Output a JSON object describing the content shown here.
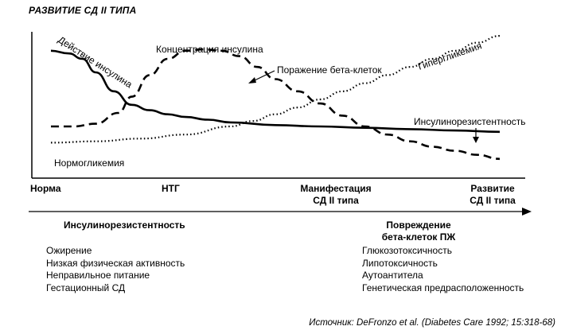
{
  "title": "РАЗВИТИЕ СД II ТИПА",
  "chart_data": {
    "type": "line",
    "title": "РАЗВИТИЕ СД II ТИПА",
    "x_range": [
      0,
      100
    ],
    "y_range": [
      0,
      100
    ],
    "grid": false,
    "y_ticks": false,
    "series": [
      {
        "name": "Действие инсулина",
        "style": "solid",
        "x": [
          0,
          4,
          7,
          10,
          14,
          18,
          22,
          26,
          30,
          35,
          40,
          50,
          60,
          70,
          80,
          90,
          100
        ],
        "y": [
          86,
          84,
          80,
          70,
          56,
          46,
          42,
          39,
          37,
          35,
          33,
          31,
          30,
          29,
          28,
          27,
          26
        ]
      },
      {
        "name": "Концентрация инсулина",
        "style": "dashed",
        "x": [
          0,
          5,
          10,
          15,
          18,
          22,
          26,
          30,
          34,
          38,
          42,
          46,
          50,
          55,
          60,
          65,
          70,
          75,
          80,
          85,
          90,
          95,
          100
        ],
        "y": [
          30,
          30,
          32,
          40,
          52,
          68,
          80,
          86,
          87,
          86,
          82,
          74,
          65,
          56,
          47,
          38,
          30,
          24,
          19,
          15,
          12,
          9,
          6
        ]
      },
      {
        "name": "Гипергликемия",
        "style": "dotted",
        "x": [
          0,
          10,
          20,
          30,
          40,
          45,
          50,
          55,
          60,
          65,
          70,
          75,
          80,
          85,
          90,
          95,
          100
        ],
        "y": [
          18,
          19,
          21,
          24,
          30,
          34,
          39,
          44,
          50,
          56,
          62,
          68,
          74,
          80,
          86,
          92,
          97
        ]
      }
    ],
    "annotations": [
      "Действие инсулина",
      "Концентрация инсулина",
      "Поражение бета-клеток",
      "Гипергликемия",
      "Инсулинорезистентность",
      "Нормогликемия"
    ],
    "stages": [
      {
        "label": "Норма"
      },
      {
        "label": "НТГ"
      },
      {
        "label": "Манифестация\nСД II типа"
      },
      {
        "label": "Развитие\nСД II типа"
      }
    ]
  },
  "factors": {
    "left": {
      "title": "Инсулинорезистентность",
      "items": [
        "Ожирение",
        "Низкая физическая активность",
        "Неправильное питание",
        "Гестационный СД"
      ]
    },
    "right": {
      "title": "Повреждение\nбета-клеток ПЖ",
      "items": [
        "Глюкозотоксичность",
        "Липотоксичность",
        "Аутоантитела",
        "Генетическая предрасположенность"
      ]
    }
  },
  "source": "Источник: DeFronzo et al. (Diabetes Care 1992; 15:318-68)"
}
